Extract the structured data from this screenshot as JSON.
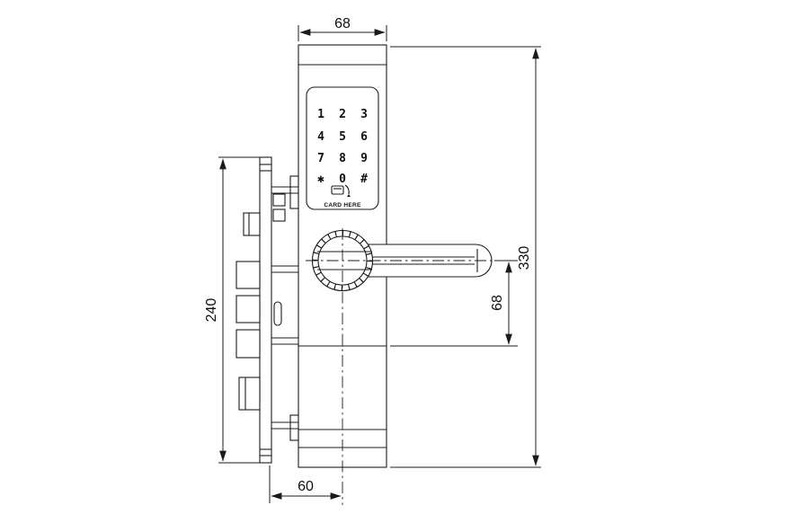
{
  "drawing": {
    "dims": {
      "top_width": "68",
      "overall_height": "330",
      "plate_height": "240",
      "handle_to_panel": "68",
      "backset": "60"
    },
    "keypad_keys": [
      "1",
      "2",
      "3",
      "4",
      "5",
      "6",
      "7",
      "8",
      "9",
      "✱",
      "0",
      "#"
    ],
    "card_label": "CARD HERE",
    "colors": {
      "line": "#1b1b1b",
      "background": "#ffffff"
    }
  }
}
